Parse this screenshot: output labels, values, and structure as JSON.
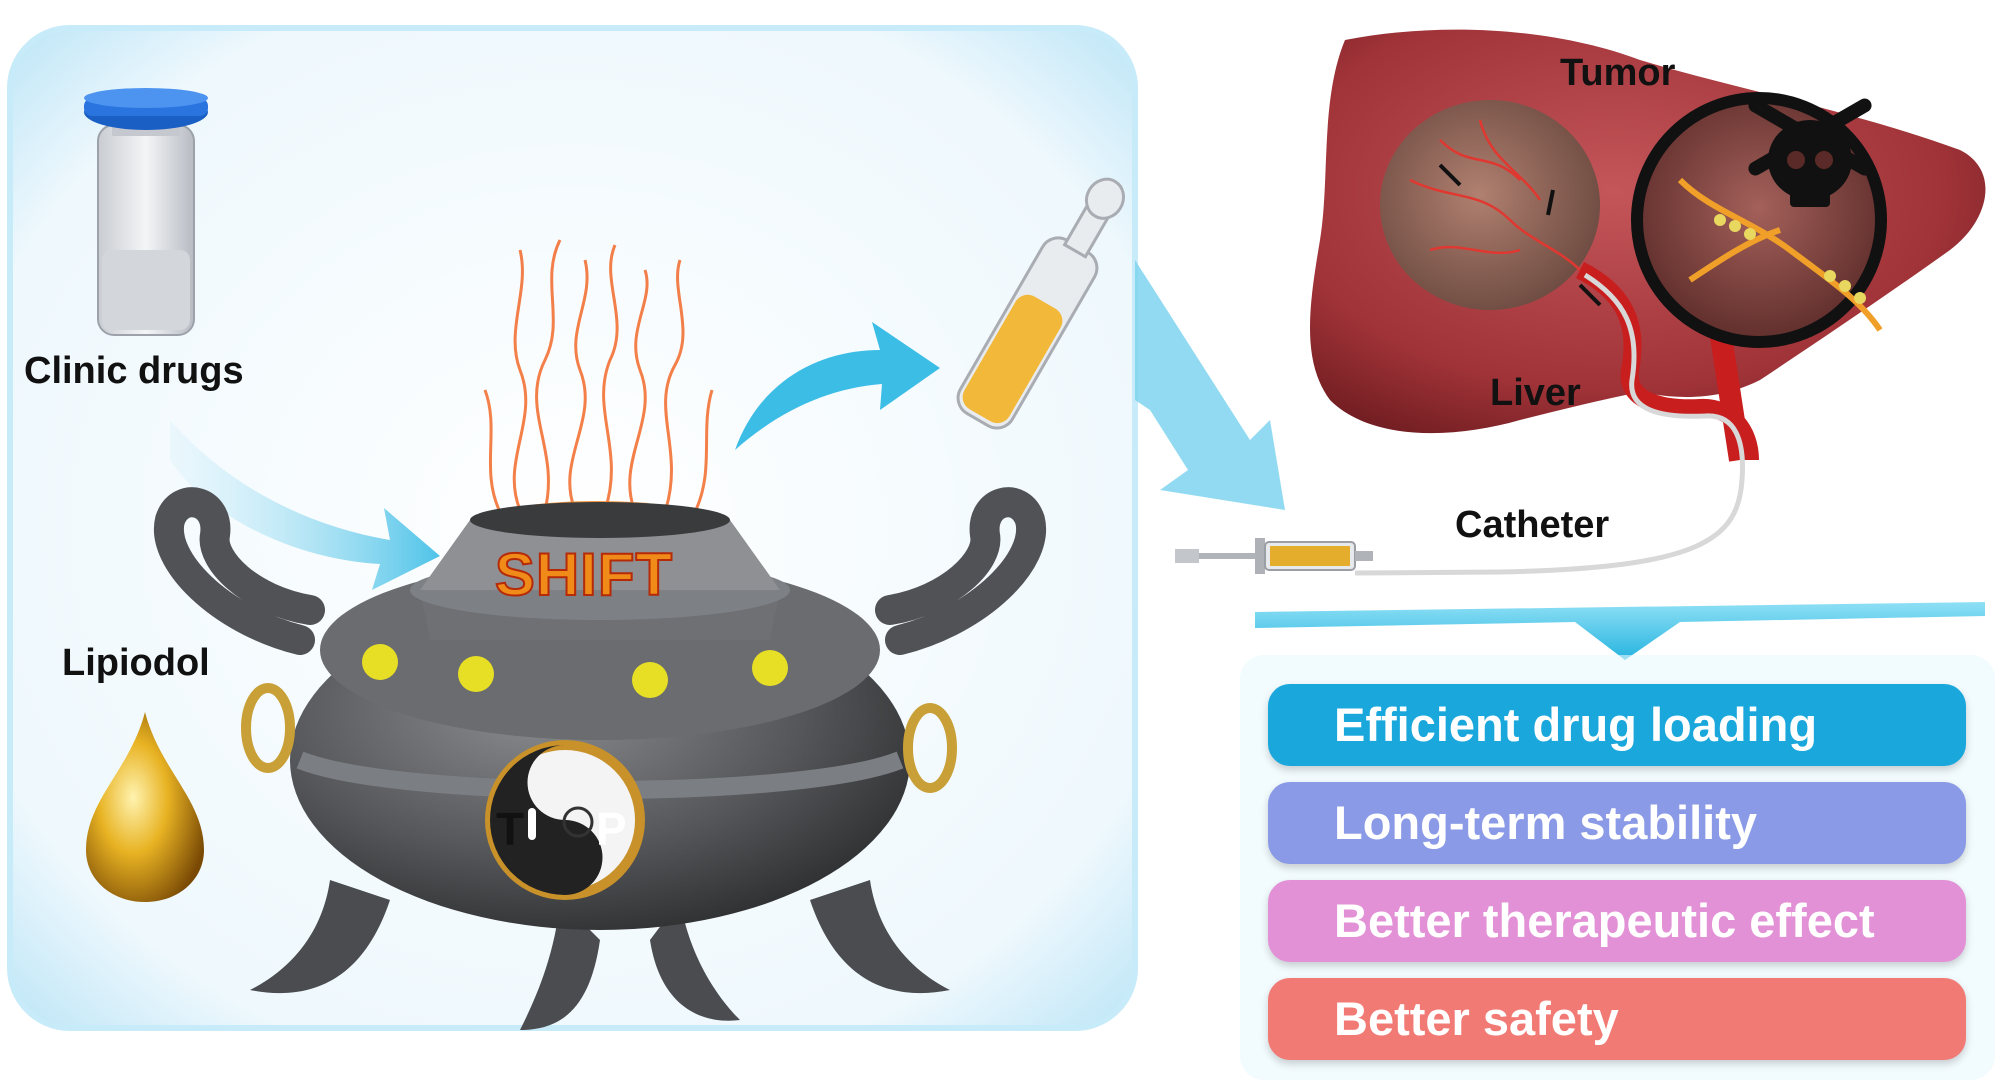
{
  "labels": {
    "clinic_drugs": "Clinic drugs",
    "lipiodol": "Lipiodol",
    "shift": "SHIFT",
    "tumor": "Tumor",
    "liver": "Liver",
    "catheter": "Catheter"
  },
  "badge": {
    "left_letter": "T",
    "right_letter": "P"
  },
  "benefits": [
    {
      "label": "Efficient drug loading",
      "color": "#1aa7dc"
    },
    {
      "label": "Long-term stability",
      "color": "#8a9ae6"
    },
    {
      "label": "Better therapeutic effect",
      "color": "#e391d6"
    },
    {
      "label": "Better safety",
      "color": "#f27a74"
    }
  ],
  "colors": {
    "panel_background": "#e8f6fd",
    "arrow": "#3cbde6",
    "pot": "#5b5d60",
    "liver": "#a8383c",
    "oil": "#e8b323"
  },
  "icons": [
    "vial-icon",
    "oil-drop-icon",
    "pot-icon",
    "flame-icon",
    "ampoule-icon",
    "liver-icon",
    "syringe-icon",
    "skull-icon",
    "thermometer-icon",
    "gauge-icon"
  ]
}
